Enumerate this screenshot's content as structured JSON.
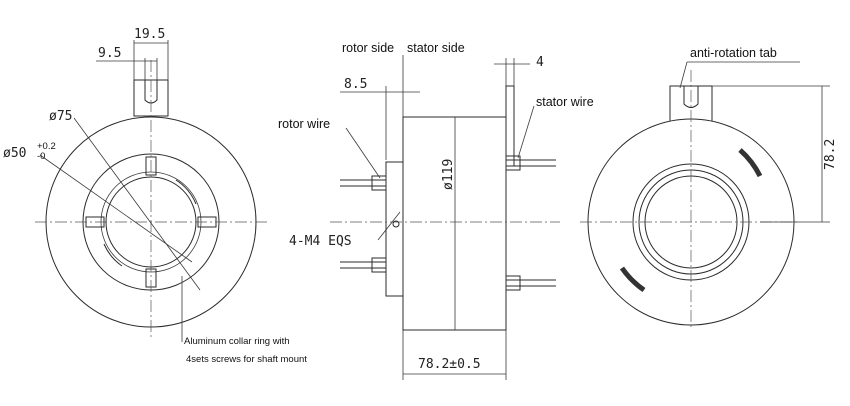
{
  "dimensions": {
    "d_19_5": "19.5",
    "d_9_5": "9.5",
    "d_75": "ø75",
    "d_50": "ø50",
    "d_50_tol_upper": "+0.2",
    "d_50_tol_lower": "-0",
    "d_8_5": "8.5",
    "d_4": "4",
    "d_119": "ø119",
    "d_m4": "4-M4 EQS",
    "d_length": "78.2±0.5",
    "d_78_2": "78.2"
  },
  "labels": {
    "rotor_side": "rotor side",
    "stator_side": "stator side",
    "rotor_wire": "rotor wire",
    "stator_wire": "stator wire",
    "anti_rotation_tab": "anti-rotation tab",
    "collar_line1": "Aluminum collar ring with",
    "collar_line2": "4sets screws for shaft mount"
  }
}
